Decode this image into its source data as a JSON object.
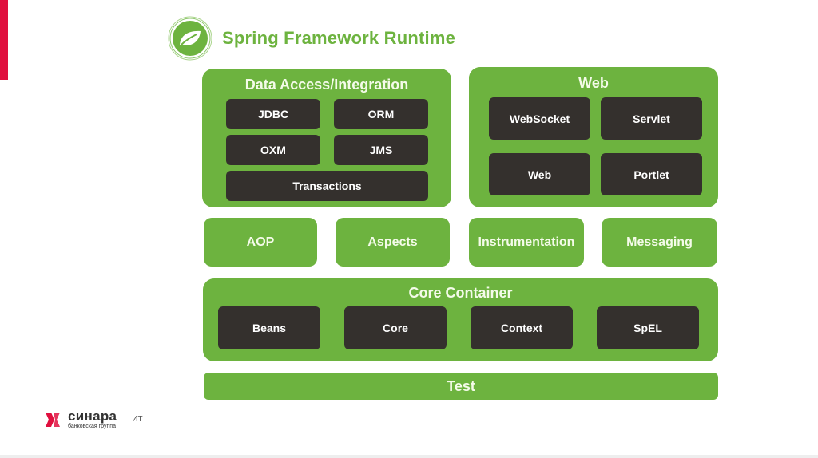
{
  "header": {
    "title": "Spring Framework Runtime",
    "logo_icon": "spring-leaf-icon"
  },
  "colors": {
    "spring_green": "#6db33f",
    "module_dark": "#34302d",
    "accent_red": "#e0103f"
  },
  "groups": {
    "data_access": {
      "title": "Data Access/Integration",
      "modules": [
        "JDBC",
        "ORM",
        "OXM",
        "JMS",
        "Transactions"
      ]
    },
    "web": {
      "title": "Web",
      "modules": [
        "WebSocket",
        "Servlet",
        "Web",
        "Portlet"
      ]
    },
    "middle": [
      "AOP",
      "Aspects",
      "Instrumentation",
      "Messaging"
    ],
    "core_container": {
      "title": "Core Container",
      "modules": [
        "Beans",
        "Core",
        "Context",
        "SpEL"
      ]
    },
    "test": "Test"
  },
  "footer": {
    "brand_name": "синара",
    "brand_sub": "банковская группа",
    "unit": "ИТ"
  }
}
